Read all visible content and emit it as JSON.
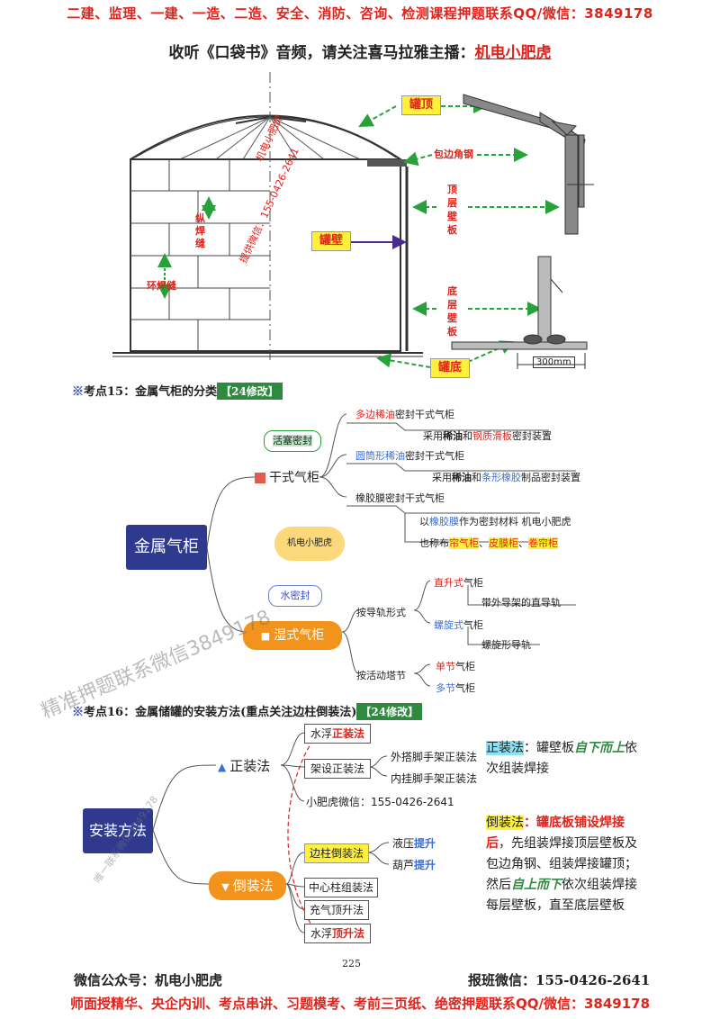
{
  "header": {
    "line1": "二建、监理、一建、一造、二造、安全、消防、咨询、检测课程押题联系QQ/微信：3849178",
    "line2_prefix": "收听《口袋书》音频，请关注喜马拉雅主播：",
    "line2_anchor": "机电小肥虎"
  },
  "tank": {
    "labels": {
      "top": "罐顶",
      "angle": "包边角钢",
      "upper_plate": "顶\n层\n壁\n板",
      "wall": "罐壁",
      "lower_plate": "底\n层\n壁\n板",
      "bottom": "罐底",
      "vertical_seam": "纵\n焊\n缝",
      "ring_seam": "环焊缝",
      "dim": "300mm"
    },
    "watermark_a": "机电小肥虎",
    "watermark_b": "提供微信：155-0426-2641"
  },
  "kp15": {
    "prefix": "※",
    "title": "考点15：金属气柜的分类",
    "badge": "【24修改】"
  },
  "mind1": {
    "root": "金属气柜",
    "dry": "干式气柜",
    "dry_tag": "活塞密封",
    "wet": "湿式气柜",
    "wet_tag": "水密封",
    "cloud": "机电小肥虎",
    "dry_children": [
      {
        "a": "多边稀油",
        "b": "密封干式气柜"
      },
      {
        "a": "采用",
        "b": "稀油",
        "c": "和",
        "d": "钢质滑板",
        "e": "密封装置"
      },
      {
        "a": "圆筒形稀油",
        "b": "密封干式气柜"
      },
      {
        "a": "采用",
        "b": "稀油",
        "c": "和",
        "d": "条形橡胶",
        "e": "制品密封装置"
      },
      {
        "a": "橡胶膜",
        "b": "密封干式气柜"
      },
      {
        "a": "以",
        "b": "橡胶膜",
        "c": "作为密封材料  机电小肥虎"
      },
      {
        "a": "也称布",
        "b": "帘气柜",
        "c": "、",
        "d": "皮膜柜",
        "e": "、",
        "f": "卷帘柜"
      }
    ],
    "wet_children": {
      "guide": "按导轨形式",
      "straight": {
        "a": "直升式",
        "b": "气柜"
      },
      "straight_note": "带外导架的直导轨",
      "spiral": {
        "a": "螺旋式",
        "b": "气柜"
      },
      "spiral_note": "螺旋形导轨",
      "tower": "按活动塔节",
      "single": {
        "a": "单节",
        "b": "气柜"
      },
      "multi": {
        "a": "多节",
        "b": "气柜"
      }
    }
  },
  "kp16": {
    "prefix": "※",
    "title": "考点16：金属储罐的安装方法(重点关注边柱倒装法)",
    "badge": "【24修改】"
  },
  "mind2": {
    "root": "安装方法",
    "forward": "正装法",
    "reverse": "倒装法",
    "forward_children": {
      "float": {
        "a": "水浮",
        "b": "正装法"
      },
      "rack": "架设正装法",
      "rack_out": "外搭脚手架正装法",
      "rack_in": "内挂脚手架正装法",
      "wechat": "小肥虎微信：155-0426-2641"
    },
    "reverse_children": {
      "side": "边柱倒装法",
      "hyd": {
        "a": "液压",
        "b": "提升"
      },
      "hoist": {
        "a": "葫芦",
        "b": "提升"
      },
      "center": "中心柱组装法",
      "air": "充气顶升法",
      "water": {
        "a": "水浮",
        "b": "顶升法"
      }
    }
  },
  "notes": {
    "forward_label": "正装法",
    "forward_text1": "：罐壁板",
    "forward_em": "自下而上",
    "forward_text2": "依次组装焊接",
    "reverse_label": "倒装法",
    "reverse_text1": "：罐底板铺设焊接后",
    "reverse_text2": "，先组装焊接顶层壁板及包边角钢、组装焊接罐顶；然后",
    "reverse_em": "自上而下",
    "reverse_text3": "依次组装焊接每层壁板，直至底层壁板"
  },
  "watermarks": {
    "big": "精准押题联系微信3849178",
    "small1": "唯一联系微信3849178"
  },
  "page_number": "225",
  "footer": {
    "left": "微信公众号：机电小肥虎",
    "right": "报班微信：155-0426-2641",
    "bottom": "师面授精华、央企内训、考点串讲、习题模考、考前三页纸、绝密押题联系QQ/微信：3849178"
  },
  "colors": {
    "navy": "#2f3a8f",
    "orange": "#f2931b",
    "green": "#2d8a3e",
    "red": "#e0231b",
    "yellow": "#fff13a",
    "dash_green": "#27a23a"
  }
}
